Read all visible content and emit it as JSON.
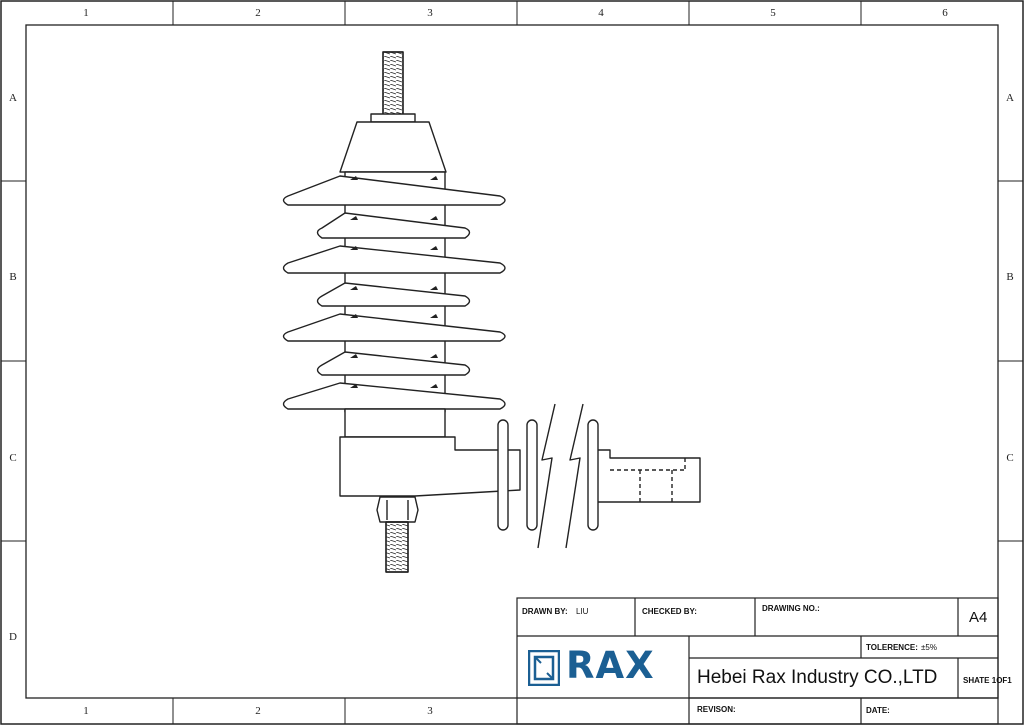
{
  "frame": {
    "columns": [
      "1",
      "2",
      "3",
      "4",
      "5",
      "6"
    ],
    "rows": [
      "A",
      "B",
      "C",
      "D"
    ]
  },
  "title_block": {
    "drawn_by_label": "DRAWN BY:",
    "drawn_by_value": "LIU",
    "checked_by_label": "CHECKED BY:",
    "drawing_no_label": "DRAWING NO.:",
    "sheet_size": "A4",
    "tolerance_label": "TOLERENCE:",
    "tolerance_value": "±5%",
    "company": "Hebei Rax Industry CO.,LTD",
    "sheet_label": "SHATE 1OF1",
    "revision_label": "REVISON:",
    "date_label": "DATE:",
    "logo_text": "RAX"
  },
  "colors": {
    "line": "#222222",
    "logo": "#1b5f93"
  },
  "icons": {
    "logo": "rax-logo-icon",
    "drawing": "surge-arrester-drawing"
  }
}
